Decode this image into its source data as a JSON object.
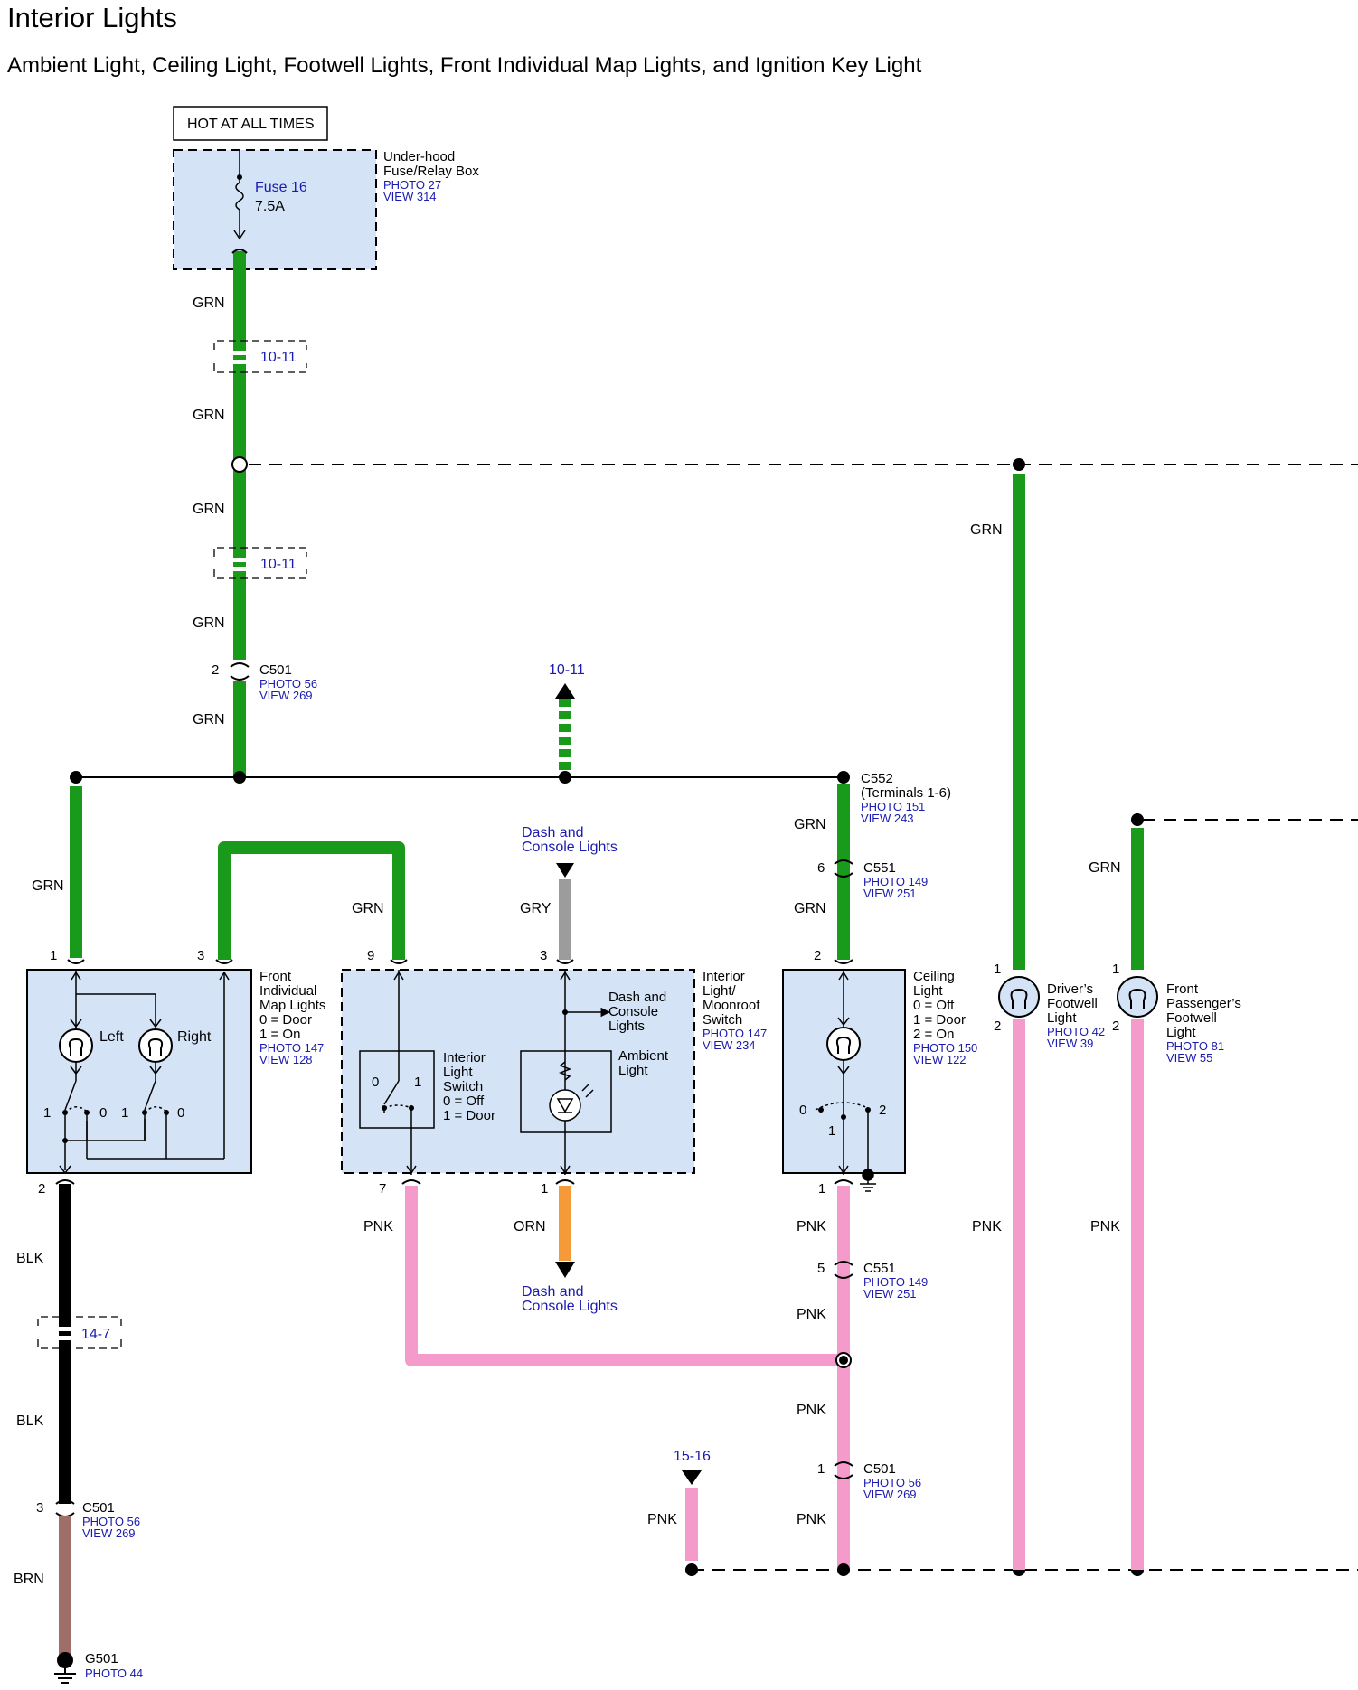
{
  "title": "Interior Lights",
  "subtitle": "Ambient Light, Ceiling Light, Footwell Lights, Front Individual Map Lights, and Ignition Key Light",
  "power_label": "HOT AT ALL TIMES",
  "fuse_box": {
    "name_l1": "Under-hood",
    "name_l2": "Fuse/Relay Box",
    "photo": "PHOTO 27",
    "view": "VIEW 314",
    "fuse": "Fuse 16",
    "rating": "7.5A"
  },
  "wire_colors": {
    "GRN": "#1a9a1a",
    "PNK": "#f59bcc",
    "BLK": "#000000",
    "BRN": "#a06e68",
    "ORN": "#f59a38",
    "GRY": "#9c9c9c",
    "box_fill": "#d4e4f6",
    "ref_blue": "#1a1ab0"
  },
  "wires": {
    "grn": "GRN",
    "pnk": "PNK",
    "blk": "BLK",
    "brn": "BRN",
    "orn": "ORN",
    "gry": "GRY"
  },
  "refs": {
    "r1011": "10-11",
    "r147": "14-7",
    "r1516": "15-16"
  },
  "connectors": {
    "c501_a": {
      "pin": "2",
      "name": "C501",
      "photo": "PHOTO 56",
      "view": "VIEW 269"
    },
    "c552": {
      "name": "C552",
      "terminals": "(Terminals 1-6)",
      "photo": "PHOTO 151",
      "view": "VIEW 243"
    },
    "c551_a": {
      "pin": "6",
      "name": "C551",
      "photo": "PHOTO 149",
      "view": "VIEW 251"
    },
    "c551_b": {
      "pin": "5",
      "name": "C551",
      "photo": "PHOTO 149",
      "view": "VIEW 251"
    },
    "c501_b": {
      "pin": "1",
      "name": "C501",
      "photo": "PHOTO 56",
      "view": "VIEW 269"
    },
    "c501_c": {
      "pin": "3",
      "name": "C501",
      "photo": "PHOTO 56",
      "view": "VIEW 269"
    },
    "g501": {
      "name": "G501",
      "photo": "PHOTO 44"
    }
  },
  "map_lights": {
    "l1": "Front",
    "l2": "Individual",
    "l3": "Map Lights",
    "s0": "0 = Door",
    "s1": "1 = On",
    "photo": "PHOTO 147",
    "view": "VIEW 128",
    "left": "Left",
    "right": "Right",
    "pin1": "1",
    "pin3": "3",
    "pin2": "2",
    "sw1": "1",
    "sw0": "0"
  },
  "moonroof_switch": {
    "l1": "Interior",
    "l2": "Light/",
    "l3": "Moonroof",
    "l4": "Switch",
    "photo": "PHOTO 147",
    "view": "VIEW 234",
    "pin9": "9",
    "pin3": "3",
    "pin7": "7",
    "pin1": "1"
  },
  "interior_switch": {
    "l1": "Interior",
    "l2": "Light",
    "l3": "Switch",
    "s0": "0 = Off",
    "s1": "1 = Door",
    "p0": "0",
    "p1": "1"
  },
  "ambient": {
    "l1": "Ambient",
    "l2": "Light"
  },
  "dash_lights": {
    "l1": "Dash and",
    "l2": "Console Lights",
    "i1": "Dash and",
    "i2": "Console",
    "i3": "Lights"
  },
  "ceiling_light": {
    "l1": "Ceiling",
    "l2": "Light",
    "s0": "0 = Off",
    "s1": "1 = Door",
    "s2": "2 = On",
    "photo": "PHOTO 150",
    "view": "VIEW 122",
    "pin2": "2",
    "pin1": "1",
    "p0": "0",
    "p1": "1",
    "p2": "2"
  },
  "driver_footwell": {
    "l1": "Driver’s",
    "l2": "Footwell",
    "l3": "Light",
    "photo": "PHOTO 42",
    "view": "VIEW 39",
    "pin1": "1",
    "pin2": "2"
  },
  "pass_footwell": {
    "l1": "Front",
    "l2": "Passenger’s",
    "l3": "Footwell",
    "l4": "Light",
    "photo": "PHOTO 81",
    "view": "VIEW 55",
    "pin1": "1",
    "pin2": "2"
  }
}
